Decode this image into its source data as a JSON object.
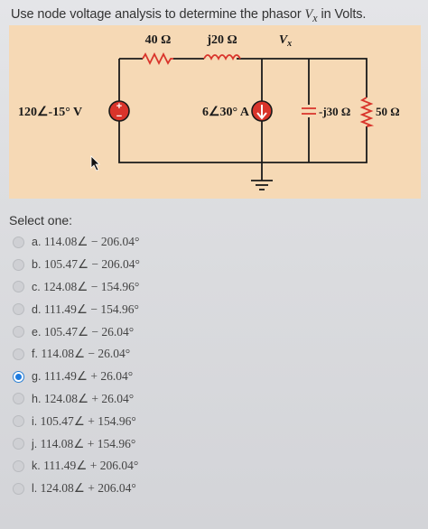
{
  "question": {
    "text_before": "Use node voltage analysis to determine the phasor ",
    "variable": "V",
    "subscript": "x",
    "text_after": " in Volts."
  },
  "circuit": {
    "source_voltage": "120∠-15° V",
    "resistor_series": "40 Ω",
    "inductor": "j20 Ω",
    "vx_label": "V",
    "vx_sub": "x",
    "current_source": "6∠30° A",
    "capacitor": "-j30 Ω",
    "resistor_shunt": "50 Ω"
  },
  "select_label": "Select one:",
  "options": [
    {
      "letter": "a.",
      "value": "114.08∠ − 206.04°",
      "checked": false
    },
    {
      "letter": "b.",
      "value": "105.47∠ − 206.04°",
      "checked": false
    },
    {
      "letter": "c.",
      "value": "124.08∠ − 154.96°",
      "checked": false
    },
    {
      "letter": "d.",
      "value": "111.49∠ − 154.96°",
      "checked": false
    },
    {
      "letter": "e.",
      "value": "105.47∠ − 26.04°",
      "checked": false
    },
    {
      "letter": "f.",
      "value": "114.08∠ − 26.04°",
      "checked": false
    },
    {
      "letter": "g.",
      "value": "111.49∠ + 26.04°",
      "checked": true
    },
    {
      "letter": "h.",
      "value": "124.08∠ + 26.04°",
      "checked": false
    },
    {
      "letter": "i.",
      "value": "105.47∠ + 154.96°",
      "checked": false
    },
    {
      "letter": "j.",
      "value": "114.08∠ + 154.96°",
      "checked": false
    },
    {
      "letter": "k.",
      "value": "111.49∠ + 206.04°",
      "checked": false
    },
    {
      "letter": "l.",
      "value": "124.08∠ + 206.04°",
      "checked": false
    }
  ],
  "colors": {
    "circuit_bg": "#f6d9b5",
    "wire": "#1a1a1a",
    "component_red": "#d9342b",
    "radio_selected": "#1e7be0"
  }
}
